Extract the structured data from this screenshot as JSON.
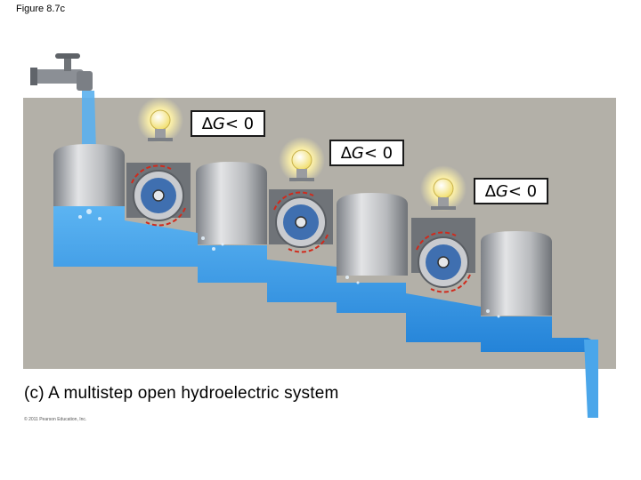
{
  "figure_label": "Figure 8.7c",
  "caption": "(c) A multistep open hydroelectric system",
  "copyright": "© 2011 Pearson Education, Inc.",
  "energy_labels": [
    {
      "delta": "∆",
      "var": "G",
      "rel": " < 0"
    },
    {
      "delta": "∆",
      "var": "G",
      "rel": " < 0"
    },
    {
      "delta": "∆",
      "var": "G",
      "rel": " < 0"
    }
  ],
  "colors": {
    "background_panel": "#b3b0a8",
    "water": "#2e8fe0",
    "water_light": "#7cc4f5",
    "tank": "#8f9399",
    "tank_light": "#d9dadc",
    "arrow": "#d02a1c",
    "bulb_glow": "#fff2a8"
  },
  "icons": [
    "faucet-icon",
    "light-bulb-icon",
    "turbine-icon"
  ]
}
